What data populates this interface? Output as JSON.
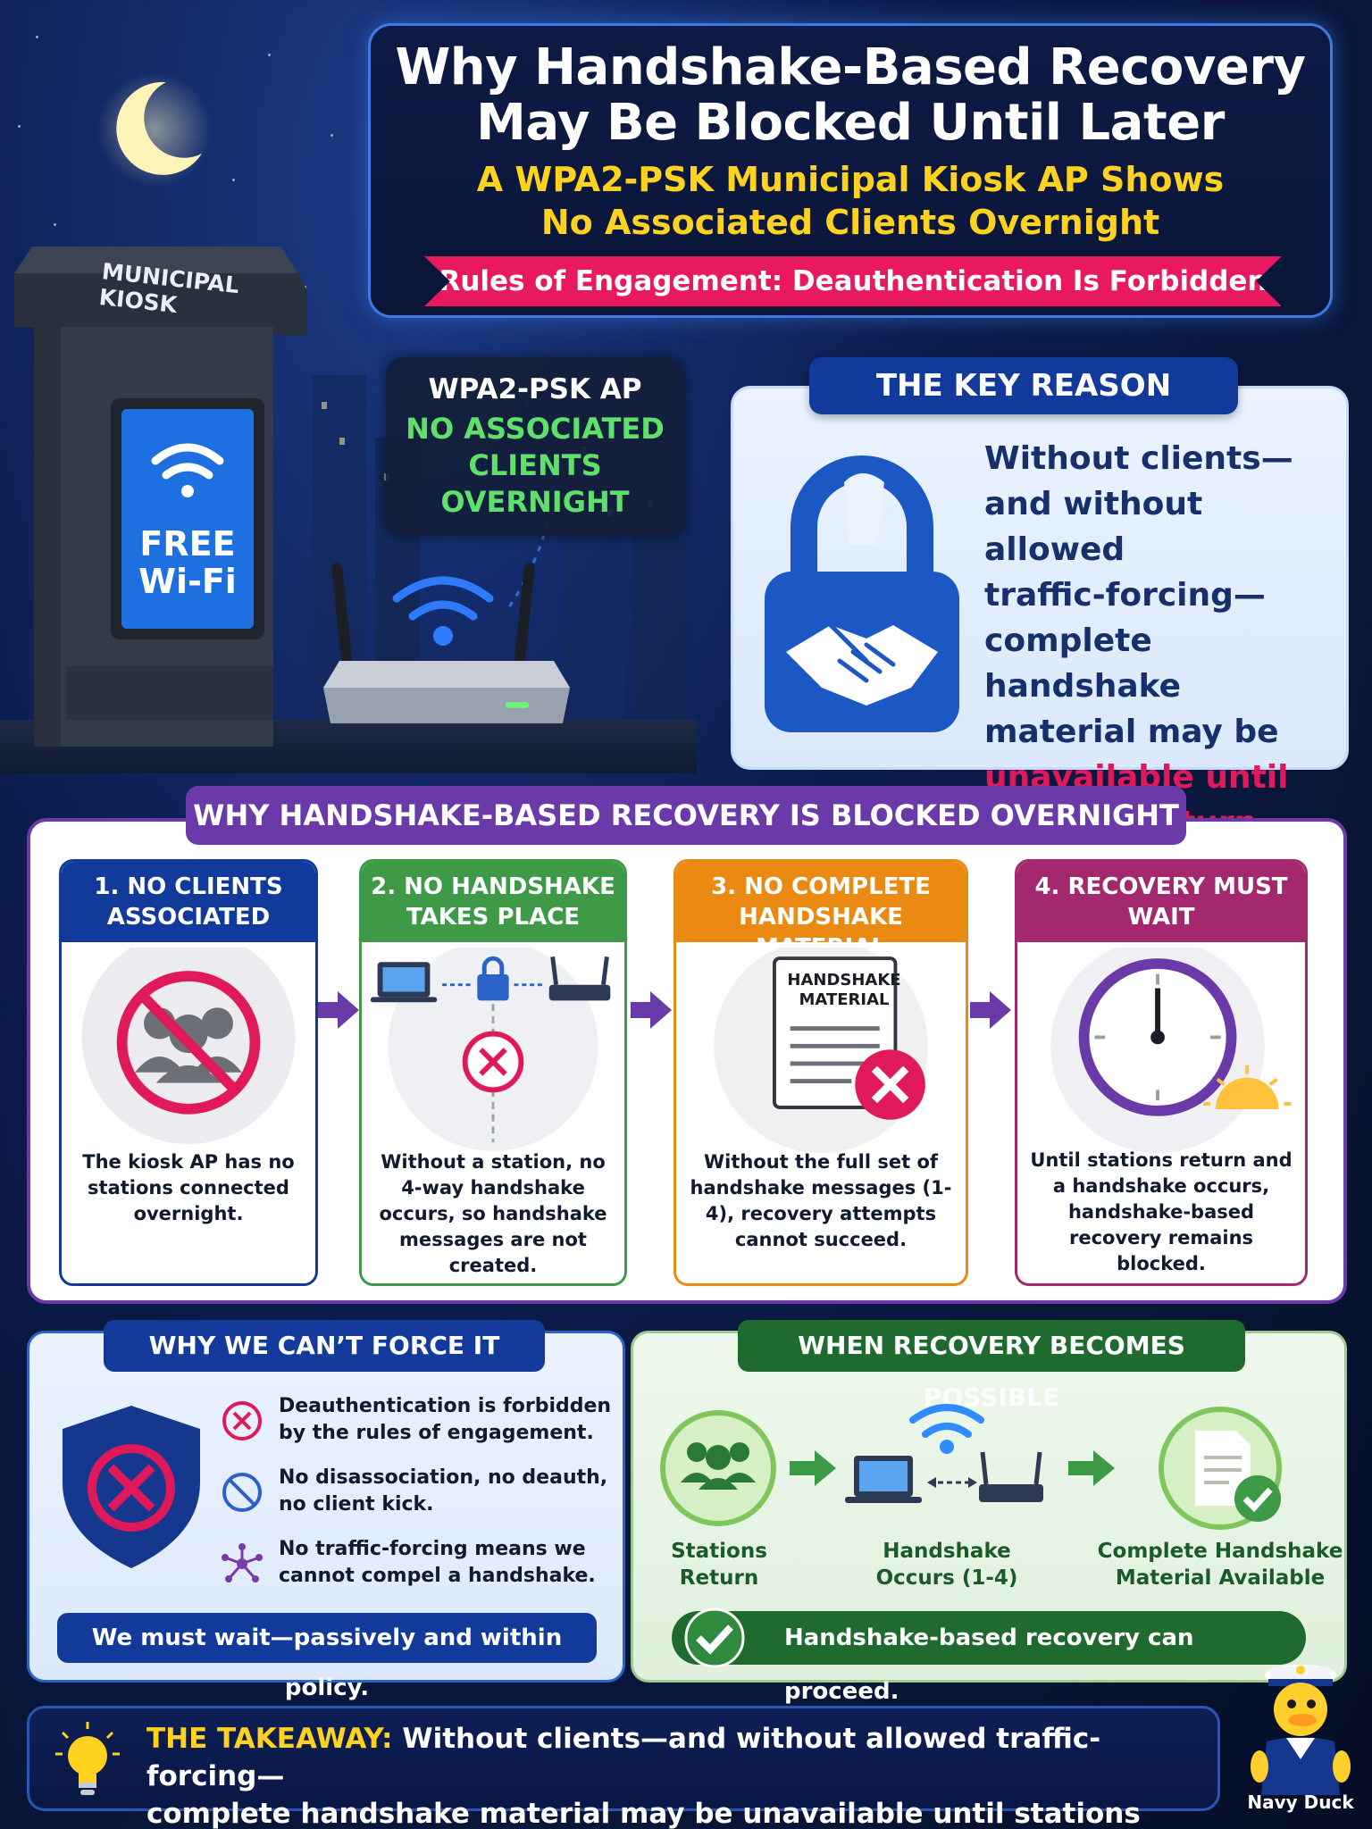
{
  "header": {
    "title_line1": "Why Handshake-Based Recovery",
    "title_line2": "May Be Blocked Until Later",
    "subtitle_line1": "A WPA2-PSK Municipal Kiosk AP Shows",
    "subtitle_line2": "No Associated Clients Overnight",
    "roe_banner": "Rules of Engagement: Deauthentication Is Forbidden"
  },
  "scene": {
    "kiosk_sign": "MUNICIPAL KIOSK",
    "screen_line1": "FREE",
    "screen_line2": "Wi-Fi",
    "ap_label": "WPA2-PSK AP",
    "ap_status_line1": "NO ASSOCIATED",
    "ap_status_line2": "CLIENTS",
    "ap_status_line3": "OVERNIGHT"
  },
  "key_reason": {
    "title": "THE KEY REASON",
    "lines": [
      "Without clients—",
      "and without allowed",
      "traffic-forcing—",
      "complete handshake",
      "material may be"
    ],
    "highlight_lines": [
      "unavailable until",
      "stations return."
    ]
  },
  "blocked": {
    "title": "WHY HANDSHAKE-BASED RECOVERY IS BLOCKED OVERNIGHT",
    "steps": [
      {
        "head1": "1. NO CLIENTS",
        "head2": "ASSOCIATED",
        "text": "The kiosk AP has no stations connected overnight.",
        "color": "#123a9a"
      },
      {
        "head1": "2. NO HANDSHAKE",
        "head2": "TAKES PLACE",
        "text": "Without a station, no 4-way handshake occurs, so handshake messages are not created.",
        "color": "#3f9a47"
      },
      {
        "head1": "3. NO COMPLETE",
        "head2": "HANDSHAKE MATERIAL",
        "text": "Without the full set of handshake messages (1-4), recovery attempts cannot succeed.",
        "doc_line1": "HANDSHAKE",
        "doc_line2": "MATERIAL",
        "color": "#ea8a12"
      },
      {
        "head1": "4. RECOVERY MUST",
        "head2": "WAIT",
        "text": "Until stations return and a handshake occurs, handshake-based recovery remains blocked.",
        "color": "#a3286d"
      }
    ]
  },
  "force": {
    "title": "WHY WE CAN’T FORCE IT",
    "items": [
      {
        "line1": "Deauthentication is forbidden",
        "line2": "by the rules of engagement.",
        "icon": "x-circle-icon"
      },
      {
        "line1": "No disassociation, no deauth,",
        "line2": "no client kick.",
        "icon": "no-entry-icon"
      },
      {
        "line1": "No traffic-forcing means we",
        "line2": "cannot compel a handshake.",
        "icon": "network-icon"
      }
    ],
    "bottom": "We must wait—passively and within policy."
  },
  "recovery": {
    "title": "WHEN RECOVERY BECOMES POSSIBLE",
    "stage1_line1": "Stations",
    "stage1_line2": "Return",
    "stage2_line1": "Handshake",
    "stage2_line2": "Occurs (1-4)",
    "stage3_line1": "Complete Handshake",
    "stage3_line2": "Material Available",
    "bottom": "Handshake-based recovery can proceed."
  },
  "takeaway": {
    "keyword": "THE TAKEAWAY:",
    "line1": "Without clients—and without allowed traffic-forcing—",
    "line2": "complete handshake material may be unavailable until stations return."
  },
  "mascot": {
    "label": "Navy Duck"
  },
  "colors": {
    "navy": "#123a9a",
    "pink": "#e8195e",
    "yellow": "#ffd21f",
    "green": "#3f9a47",
    "orange": "#ea8a12",
    "purple": "#6a3aa8",
    "magenta": "#a3286d"
  }
}
